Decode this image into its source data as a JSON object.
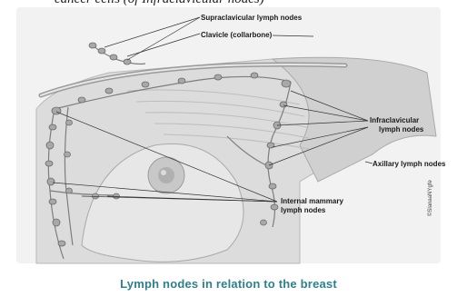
{
  "header_fragment": "cancer cells (of Infraclavicular nodes)",
  "labels": {
    "supraclavicular": "Supraclavicular lymph nodes",
    "clavicle": "Clavicle (collarbone)",
    "infraclavicular_line1": "Infraclavicular",
    "infraclavicular_line2": "lymph nodes",
    "axillary": "Axillary lymph nodes",
    "internal_mammary_line1": "Internal mammary",
    "internal_mammary_line2": "lymph nodes"
  },
  "credit": "©SlanaaNYgfe",
  "caption": "Lymph nodes in relation to the breast"
}
